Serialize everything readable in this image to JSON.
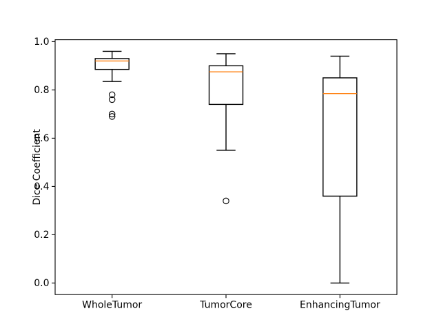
{
  "chart_data": {
    "type": "boxplot",
    "title": "",
    "xlabel": "",
    "ylabel": "Dice Coefficient",
    "categories": [
      "WholeTumor",
      "TumorCore",
      "EnhancingTumor"
    ],
    "ylim": [
      -0.048,
      1.008
    ],
    "yticks": [
      0.0,
      0.2,
      0.4,
      0.6,
      0.8,
      1.0
    ],
    "ytick_format_decimals": 1,
    "grid": false,
    "legend_position": "none",
    "series": [
      {
        "name": "WholeTumor",
        "whisker_low": 0.835,
        "q1": 0.885,
        "median": 0.92,
        "q3": 0.93,
        "whisker_high": 0.96,
        "outliers": [
          0.78,
          0.76,
          0.7,
          0.69
        ]
      },
      {
        "name": "TumorCore",
        "whisker_low": 0.55,
        "q1": 0.74,
        "median": 0.875,
        "q3": 0.9,
        "whisker_high": 0.95,
        "outliers": [
          0.34
        ]
      },
      {
        "name": "EnhancingTumor",
        "whisker_low": 0.0,
        "q1": 0.36,
        "median": 0.785,
        "q3": 0.85,
        "whisker_high": 0.94,
        "outliers": []
      }
    ],
    "colors": {
      "median": "#ff7f0e",
      "box_edge": "#000000",
      "whisker": "#000000",
      "flier_edge": "#000000",
      "axes_edge": "#000000",
      "background": "#ffffff"
    }
  }
}
